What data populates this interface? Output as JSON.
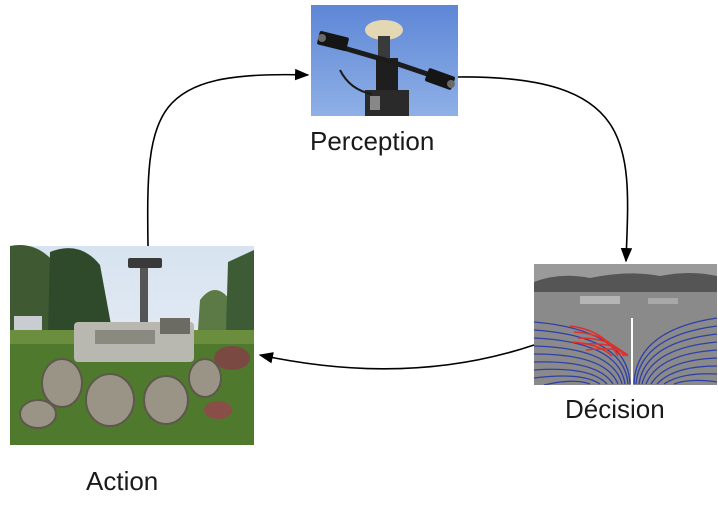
{
  "diagram": {
    "nodes": [
      {
        "id": "perception",
        "label": "Perception",
        "image": "sensor-head-with-cameras"
      },
      {
        "id": "decision",
        "label": "Décision",
        "image": "terrain-with-candidate-trajectory-arcs"
      },
      {
        "id": "action",
        "label": "Action",
        "image": "six-wheeled-rover-on-grass"
      }
    ],
    "edges": [
      {
        "from": "perception",
        "to": "decision"
      },
      {
        "from": "decision",
        "to": "action"
      },
      {
        "from": "action",
        "to": "perception"
      }
    ],
    "colors": {
      "arrow": "#000000",
      "sky": "#6f92d6",
      "trajectory_safe": "#2f3fa8",
      "trajectory_blocked": "#e0302b",
      "grass": "#4f7a2e"
    }
  }
}
